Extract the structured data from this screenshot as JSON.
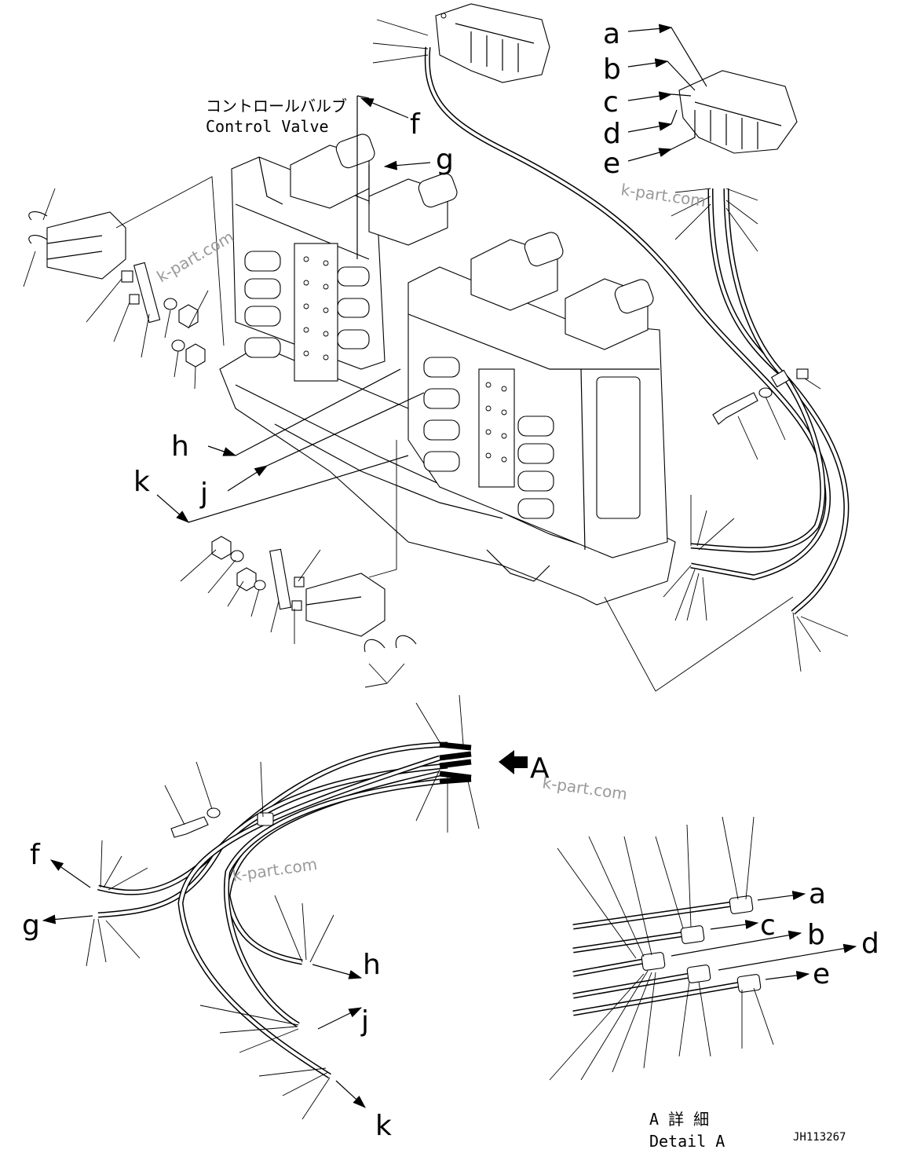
{
  "title_jp": "コントロールバルブ",
  "title_en": "Control Valve",
  "watermark": "k-part.com",
  "drawing_code": "JH113267",
  "detail_view": {
    "caption_jp": "A 詳 細",
    "caption_en": "Detail A",
    "view_label": "A"
  },
  "callouts": [
    "a",
    "b",
    "c",
    "d",
    "e",
    "f",
    "g",
    "h",
    "j",
    "k"
  ]
}
